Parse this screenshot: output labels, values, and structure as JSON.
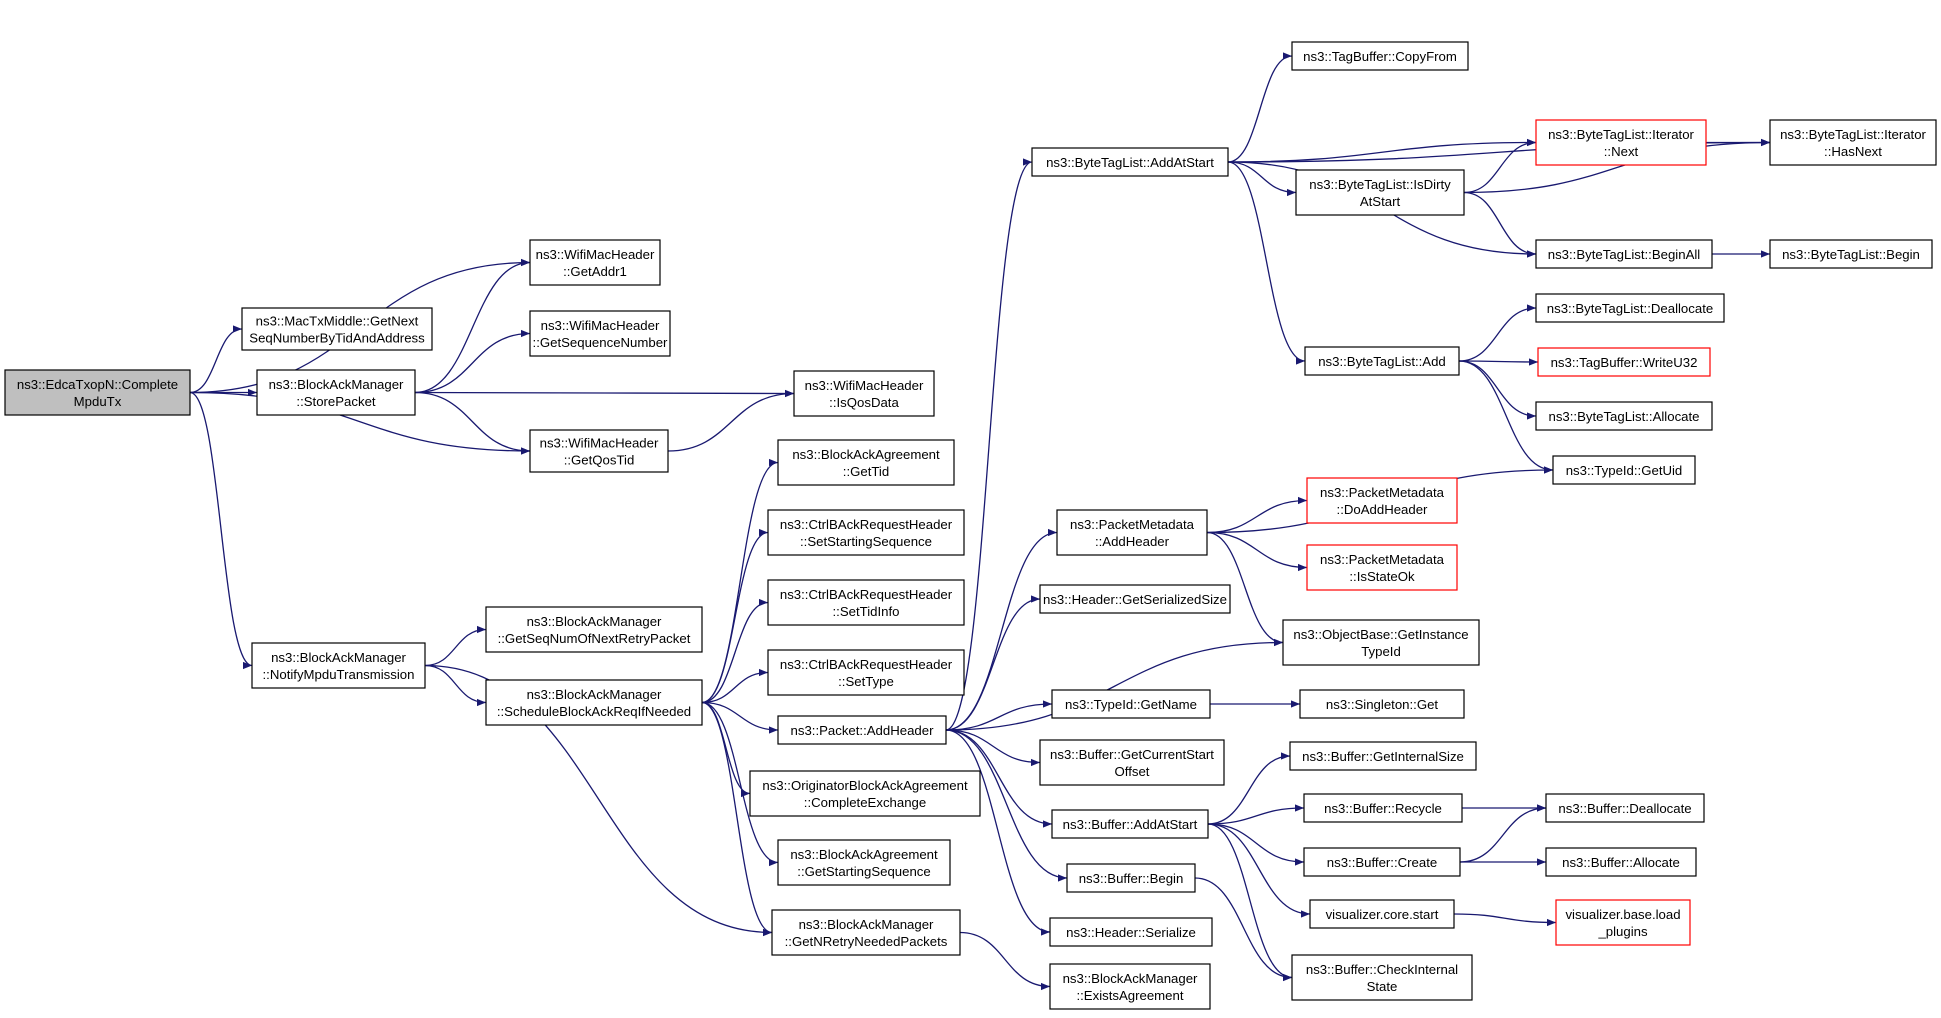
{
  "graph": {
    "nodes": [
      {
        "id": "edca_complete_mpdutx",
        "lines": [
          "ns3::EdcaTxopN::Complete",
          "MpduTx"
        ],
        "root": true
      },
      {
        "id": "wmh_getaddr1",
        "lines": [
          "ns3::WifiMacHeader",
          "::GetAddr1"
        ]
      },
      {
        "id": "mtm_getnextseq",
        "lines": [
          "ns3::MacTxMiddle::GetNext",
          "SeqNumberByTidAndAddress"
        ]
      },
      {
        "id": "bam_storepacket",
        "lines": [
          "ns3::BlockAckManager",
          "::StorePacket"
        ]
      },
      {
        "id": "wmh_getseqnum",
        "lines": [
          "ns3::WifiMacHeader",
          "::GetSequenceNumber"
        ]
      },
      {
        "id": "wmh_isqosdata",
        "lines": [
          "ns3::WifiMacHeader",
          "::IsQosData"
        ]
      },
      {
        "id": "wmh_getqostid",
        "lines": [
          "ns3::WifiMacHeader",
          "::GetQosTid"
        ]
      },
      {
        "id": "bam_notify",
        "lines": [
          "ns3::BlockAckManager",
          "::NotifyMpduTransmission"
        ]
      },
      {
        "id": "bam_getseqnumnext",
        "lines": [
          "ns3::BlockAckManager",
          "::GetSeqNumOfNextRetryPacket"
        ]
      },
      {
        "id": "bam_schedule",
        "lines": [
          "ns3::BlockAckManager",
          "::ScheduleBlockAckReqIfNeeded"
        ]
      },
      {
        "id": "baa_gettid",
        "lines": [
          "ns3::BlockAckAgreement",
          "::GetTid"
        ]
      },
      {
        "id": "cbar_setstart",
        "lines": [
          "ns3::CtrlBAckRequestHeader",
          "::SetStartingSequence"
        ]
      },
      {
        "id": "cbar_settidinfo",
        "lines": [
          "ns3::CtrlBAckRequestHeader",
          "::SetTidInfo"
        ]
      },
      {
        "id": "cbar_settype",
        "lines": [
          "ns3::CtrlBAckRequestHeader",
          "::SetType"
        ]
      },
      {
        "id": "packet_addheader",
        "lines": [
          "ns3::Packet::AddHeader"
        ]
      },
      {
        "id": "oba_complete",
        "lines": [
          "ns3::OriginatorBlockAckAgreement",
          "::CompleteExchange"
        ]
      },
      {
        "id": "baa_getstart",
        "lines": [
          "ns3::BlockAckAgreement",
          "::GetStartingSequence"
        ]
      },
      {
        "id": "bam_getnretry",
        "lines": [
          "ns3::BlockAckManager",
          "::GetNRetryNeededPackets"
        ]
      },
      {
        "id": "bam_exists",
        "lines": [
          "ns3::BlockAckManager",
          "::ExistsAgreement"
        ]
      },
      {
        "id": "btl_addatstart",
        "lines": [
          "ns3::ByteTagList::AddAtStart"
        ]
      },
      {
        "id": "pm_addheader",
        "lines": [
          "ns3::PacketMetadata",
          "::AddHeader"
        ]
      },
      {
        "id": "hdr_getsize",
        "lines": [
          "ns3::Header::GetSerializedSize"
        ]
      },
      {
        "id": "typeid_getname",
        "lines": [
          "ns3::TypeId::GetName"
        ]
      },
      {
        "id": "buf_getcurstart",
        "lines": [
          "ns3::Buffer::GetCurrentStart",
          "Offset"
        ]
      },
      {
        "id": "buf_addatstart",
        "lines": [
          "ns3::Buffer::AddAtStart"
        ]
      },
      {
        "id": "buf_begin",
        "lines": [
          "ns3::Buffer::Begin"
        ]
      },
      {
        "id": "hdr_serialize",
        "lines": [
          "ns3::Header::Serialize"
        ]
      },
      {
        "id": "tb_copyfrom",
        "lines": [
          "ns3::TagBuffer::CopyFrom"
        ]
      },
      {
        "id": "btl_isdirty",
        "lines": [
          "ns3::ByteTagList::IsDirty",
          "AtStart"
        ]
      },
      {
        "id": "btl_add",
        "lines": [
          "ns3::ByteTagList::Add"
        ]
      },
      {
        "id": "pm_doaddheader",
        "lines": [
          "ns3::PacketMetadata",
          "::DoAddHeader"
        ],
        "red": true
      },
      {
        "id": "pm_isstateok",
        "lines": [
          "ns3::PacketMetadata",
          "::IsStateOk"
        ],
        "red": true
      },
      {
        "id": "ob_getinstance",
        "lines": [
          "ns3::ObjectBase::GetInstance",
          "TypeId"
        ]
      },
      {
        "id": "singleton_get",
        "lines": [
          "ns3::Singleton::Get"
        ]
      },
      {
        "id": "buf_getinternalsize",
        "lines": [
          "ns3::Buffer::GetInternalSize"
        ]
      },
      {
        "id": "buf_recycle",
        "lines": [
          "ns3::Buffer::Recycle"
        ]
      },
      {
        "id": "buf_create",
        "lines": [
          "ns3::Buffer::Create"
        ]
      },
      {
        "id": "viz_core_start",
        "lines": [
          "visualizer.core.start"
        ]
      },
      {
        "id": "buf_checkinternal",
        "lines": [
          "ns3::Buffer::CheckInternal",
          "State"
        ]
      },
      {
        "id": "btli_next",
        "lines": [
          "ns3::ByteTagList::Iterator",
          "::Next"
        ],
        "red": true
      },
      {
        "id": "btli_hasnext",
        "lines": [
          "ns3::ByteTagList::Iterator",
          "::HasNext"
        ]
      },
      {
        "id": "btl_beginall",
        "lines": [
          "ns3::ByteTagList::BeginAll"
        ]
      },
      {
        "id": "btl_begin",
        "lines": [
          "ns3::ByteTagList::Begin"
        ]
      },
      {
        "id": "btl_dealloc",
        "lines": [
          "ns3::ByteTagList::Deallocate"
        ]
      },
      {
        "id": "tb_writeu32",
        "lines": [
          "ns3::TagBuffer::WriteU32"
        ],
        "red": true
      },
      {
        "id": "btl_allocate",
        "lines": [
          "ns3::ByteTagList::Allocate"
        ]
      },
      {
        "id": "typeid_getuid",
        "lines": [
          "ns3::TypeId::GetUid"
        ]
      },
      {
        "id": "buf_dealloc",
        "lines": [
          "ns3::Buffer::Deallocate"
        ]
      },
      {
        "id": "buf_allocate",
        "lines": [
          "ns3::Buffer::Allocate"
        ]
      },
      {
        "id": "viz_base_load",
        "lines": [
          "visualizer.base.load",
          "_plugins"
        ],
        "red": true
      }
    ],
    "edges": [
      [
        "edca_complete_mpdutx",
        "wmh_getaddr1"
      ],
      [
        "edca_complete_mpdutx",
        "mtm_getnextseq"
      ],
      [
        "edca_complete_mpdutx",
        "bam_storepacket"
      ],
      [
        "edca_complete_mpdutx",
        "wmh_getqostid"
      ],
      [
        "edca_complete_mpdutx",
        "bam_notify"
      ],
      [
        "bam_storepacket",
        "wmh_getaddr1"
      ],
      [
        "bam_storepacket",
        "wmh_getseqnum"
      ],
      [
        "bam_storepacket",
        "wmh_isqosdata"
      ],
      [
        "bam_storepacket",
        "wmh_getqostid"
      ],
      [
        "wmh_getqostid",
        "wmh_isqosdata"
      ],
      [
        "bam_notify",
        "bam_getseqnumnext"
      ],
      [
        "bam_notify",
        "bam_schedule"
      ],
      [
        "bam_notify",
        "bam_getnretry"
      ],
      [
        "bam_schedule",
        "baa_gettid"
      ],
      [
        "bam_schedule",
        "cbar_setstart"
      ],
      [
        "bam_schedule",
        "cbar_settidinfo"
      ],
      [
        "bam_schedule",
        "cbar_settype"
      ],
      [
        "bam_schedule",
        "packet_addheader"
      ],
      [
        "bam_schedule",
        "oba_complete"
      ],
      [
        "bam_schedule",
        "baa_getstart"
      ],
      [
        "bam_schedule",
        "bam_getnretry"
      ],
      [
        "bam_getnretry",
        "bam_exists"
      ],
      [
        "packet_addheader",
        "btl_addatstart"
      ],
      [
        "packet_addheader",
        "pm_addheader"
      ],
      [
        "packet_addheader",
        "hdr_getsize"
      ],
      [
        "packet_addheader",
        "ob_getinstance"
      ],
      [
        "packet_addheader",
        "typeid_getname"
      ],
      [
        "packet_addheader",
        "buf_getcurstart"
      ],
      [
        "packet_addheader",
        "buf_addatstart"
      ],
      [
        "packet_addheader",
        "buf_begin"
      ],
      [
        "packet_addheader",
        "hdr_serialize"
      ],
      [
        "btl_addatstart",
        "tb_copyfrom"
      ],
      [
        "btl_addatstart",
        "btli_next"
      ],
      [
        "btl_addatstart",
        "btli_hasnext"
      ],
      [
        "btl_addatstart",
        "btl_isdirty"
      ],
      [
        "btl_addatstart",
        "btl_beginall"
      ],
      [
        "btl_addatstart",
        "btl_add"
      ],
      [
        "btl_isdirty",
        "btli_next"
      ],
      [
        "btl_isdirty",
        "btli_hasnext"
      ],
      [
        "btl_isdirty",
        "btl_beginall"
      ],
      [
        "btli_next",
        "btli_hasnext"
      ],
      [
        "btl_beginall",
        "btl_begin"
      ],
      [
        "btl_add",
        "btl_dealloc"
      ],
      [
        "btl_add",
        "tb_writeu32"
      ],
      [
        "btl_add",
        "btl_allocate"
      ],
      [
        "btl_add",
        "typeid_getuid"
      ],
      [
        "pm_addheader",
        "typeid_getuid"
      ],
      [
        "pm_addheader",
        "pm_doaddheader"
      ],
      [
        "pm_addheader",
        "pm_isstateok"
      ],
      [
        "pm_addheader",
        "ob_getinstance"
      ],
      [
        "typeid_getname",
        "singleton_get"
      ],
      [
        "buf_addatstart",
        "buf_getinternalsize"
      ],
      [
        "buf_addatstart",
        "buf_recycle"
      ],
      [
        "buf_addatstart",
        "buf_create"
      ],
      [
        "buf_addatstart",
        "viz_core_start"
      ],
      [
        "buf_addatstart",
        "buf_checkinternal"
      ],
      [
        "buf_begin",
        "buf_checkinternal"
      ],
      [
        "buf_recycle",
        "buf_dealloc"
      ],
      [
        "buf_create",
        "buf_dealloc"
      ],
      [
        "buf_create",
        "buf_allocate"
      ],
      [
        "viz_core_start",
        "viz_base_load"
      ]
    ]
  },
  "colors": {
    "edge": "#191970",
    "node_border": "#000000",
    "node_border_highlight": "#ff0000",
    "root_fill": "#bfbfbf",
    "node_fill": "#ffffff"
  }
}
